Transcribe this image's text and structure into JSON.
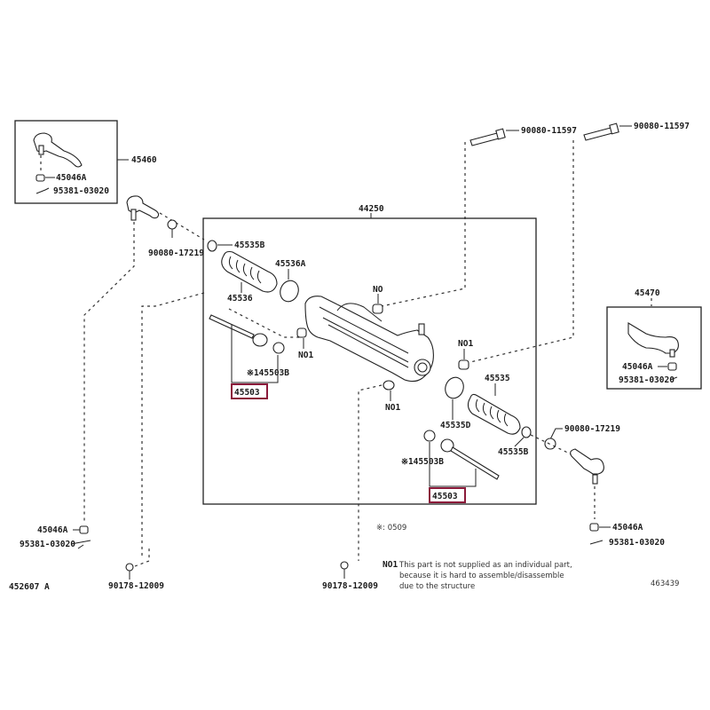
{
  "diagram": {
    "title": "Steering rack & tie rod end exploded parts diagram",
    "highlight_color": "#8b1a3a",
    "labels": {
      "tie_rod_end_left_assy": "45460",
      "tie_rod_end_right_assy": "45470",
      "rack_assy": "44250",
      "bolt_left": "90080-11597",
      "bolt_right": "90080-11597",
      "nut_left_top": "90080-17219",
      "nut_right": "90080-17219",
      "boot_clamp_left": "45535B",
      "boot_left": "45536",
      "clamp_left": "45536A",
      "rack_end_left": "45503",
      "washer_left": "※145503B",
      "boot_right": "45535",
      "clamp_right": "45535D",
      "boot_clamp_right": "45535B",
      "washer_right": "※145503B",
      "rack_end_right": "45503",
      "nut_inset_left": "45046A",
      "pin_inset_left": "95381-03020",
      "nut_inset_right": "45046A",
      "pin_inset_right": "95381-03020",
      "nut_bottom_left": "45046A",
      "pin_bottom_left": "95381-03020",
      "nut_bottom_right": "45046A",
      "pin_bottom_right": "95381-03020",
      "cotter_left": "90178-12009",
      "cotter_center": "90178-12009",
      "nos_1": "NO",
      "nos_2": "NO1",
      "nos_3": "NO1",
      "nos_4": "NO1",
      "footnote_mark": "※: 0509",
      "footnote_code": "NO1",
      "footnote_line1": "This part is not supplied as an individual part,",
      "footnote_line2": "because it is hard to assemble/disassemble",
      "footnote_line3": "due to the structure",
      "figure_id_left": "452607 A",
      "figure_id_right": "463439"
    }
  }
}
